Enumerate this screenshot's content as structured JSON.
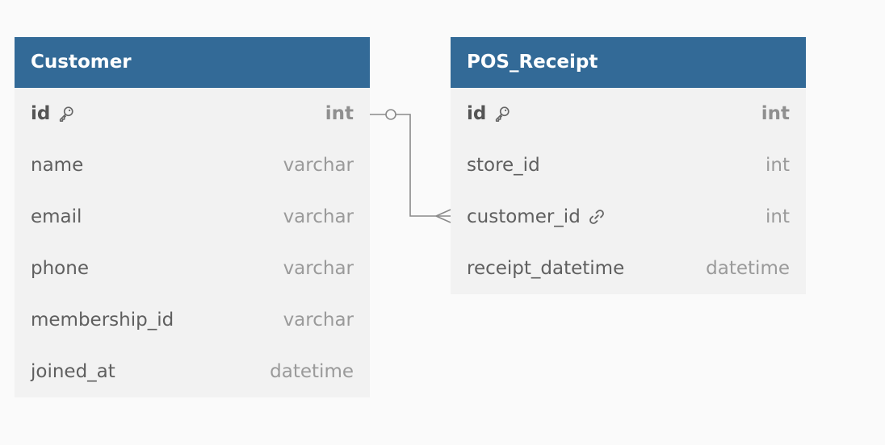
{
  "tables": [
    {
      "name": "Customer",
      "columns": [
        {
          "name": "id",
          "type": "int",
          "pk": true,
          "fk": false
        },
        {
          "name": "name",
          "type": "varchar",
          "pk": false,
          "fk": false
        },
        {
          "name": "email",
          "type": "varchar",
          "pk": false,
          "fk": false
        },
        {
          "name": "phone",
          "type": "varchar",
          "pk": false,
          "fk": false
        },
        {
          "name": "membership_id",
          "type": "varchar",
          "pk": false,
          "fk": false
        },
        {
          "name": "joined_at",
          "type": "datetime",
          "pk": false,
          "fk": false
        }
      ]
    },
    {
      "name": "POS_Receipt",
      "columns": [
        {
          "name": "id",
          "type": "int",
          "pk": true,
          "fk": false
        },
        {
          "name": "store_id",
          "type": "int",
          "pk": false,
          "fk": false
        },
        {
          "name": "customer_id",
          "type": "int",
          "pk": false,
          "fk": true
        },
        {
          "name": "receipt_datetime",
          "type": "datetime",
          "pk": false,
          "fk": false
        }
      ]
    }
  ],
  "relationship": {
    "from": "Customer.id",
    "to": "POS_Receipt.customer_id",
    "from_end": "one (circle)",
    "to_end": "many (crow's foot)"
  },
  "colors": {
    "header": "#336a97",
    "body": "#f2f2f2",
    "connector": "#8a8a8a"
  },
  "icons": {
    "primary_key": "key-icon",
    "foreign_key": "link-icon"
  }
}
